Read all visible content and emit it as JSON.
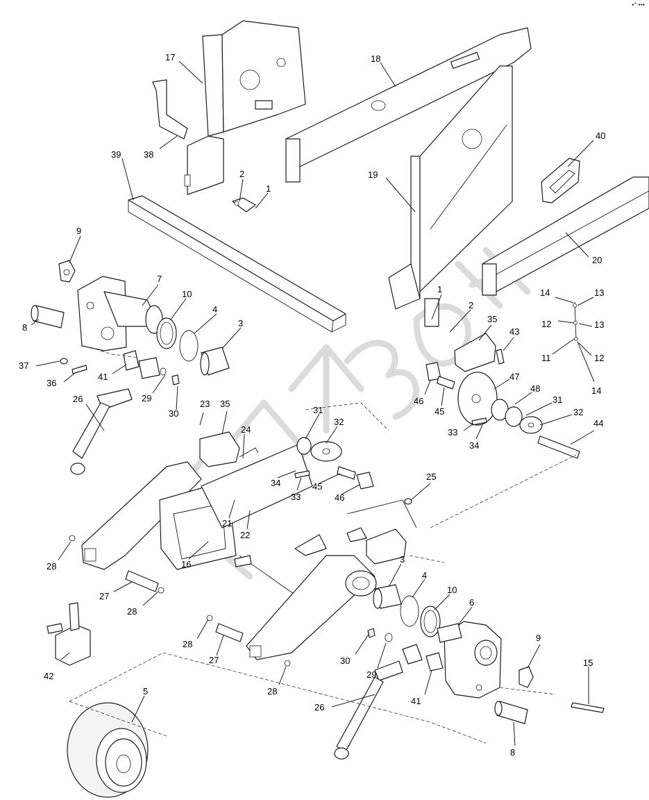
{
  "corner_mark": "•° •••",
  "watermark_text": "СЕМЗОН",
  "callouts": [
    {
      "id": "c17",
      "label": "17"
    },
    {
      "id": "c18",
      "label": "18"
    },
    {
      "id": "c38",
      "label": "38"
    },
    {
      "id": "c39",
      "label": "39"
    },
    {
      "id": "c2a",
      "label": "2"
    },
    {
      "id": "c1a",
      "label": "1"
    },
    {
      "id": "c19",
      "label": "19"
    },
    {
      "id": "c40",
      "label": "40"
    },
    {
      "id": "c20",
      "label": "20"
    },
    {
      "id": "c9a",
      "label": "9"
    },
    {
      "id": "c7",
      "label": "7"
    },
    {
      "id": "c10a",
      "label": "10"
    },
    {
      "id": "c4a",
      "label": "4"
    },
    {
      "id": "c3a",
      "label": "3"
    },
    {
      "id": "c8a",
      "label": "8"
    },
    {
      "id": "c37",
      "label": "37"
    },
    {
      "id": "c36",
      "label": "36"
    },
    {
      "id": "c41a",
      "label": "41"
    },
    {
      "id": "c29a",
      "label": "29"
    },
    {
      "id": "c30a",
      "label": "30"
    },
    {
      "id": "c26a",
      "label": "26"
    },
    {
      "id": "c1b",
      "label": "1"
    },
    {
      "id": "c2b",
      "label": "2"
    },
    {
      "id": "c35a",
      "label": "35"
    },
    {
      "id": "c43",
      "label": "43"
    },
    {
      "id": "c14a",
      "label": "14"
    },
    {
      "id": "c13a",
      "label": "13"
    },
    {
      "id": "c12a",
      "label": "12"
    },
    {
      "id": "c13b",
      "label": "13"
    },
    {
      "id": "c11",
      "label": "11"
    },
    {
      "id": "c12b",
      "label": "12"
    },
    {
      "id": "c14b",
      "label": "14"
    },
    {
      "id": "c47",
      "label": "47"
    },
    {
      "id": "c48",
      "label": "48"
    },
    {
      "id": "c46a",
      "label": "46"
    },
    {
      "id": "c45a",
      "label": "45"
    },
    {
      "id": "c31a",
      "label": "31"
    },
    {
      "id": "c32a",
      "label": "32"
    },
    {
      "id": "c33a",
      "label": "33"
    },
    {
      "id": "c34a",
      "label": "34"
    },
    {
      "id": "c44",
      "label": "44"
    },
    {
      "id": "c23",
      "label": "23"
    },
    {
      "id": "c35b",
      "label": "35"
    },
    {
      "id": "c24",
      "label": "24"
    },
    {
      "id": "c31b",
      "label": "31"
    },
    {
      "id": "c32b",
      "label": "32"
    },
    {
      "id": "c34b",
      "label": "34"
    },
    {
      "id": "c33b",
      "label": "33"
    },
    {
      "id": "c45b",
      "label": "45"
    },
    {
      "id": "c46b",
      "label": "46"
    },
    {
      "id": "c25",
      "label": "25"
    },
    {
      "id": "c21",
      "label": "21"
    },
    {
      "id": "c22",
      "label": "22"
    },
    {
      "id": "c16",
      "label": "16"
    },
    {
      "id": "c28a",
      "label": "28"
    },
    {
      "id": "c27a",
      "label": "27"
    },
    {
      "id": "c28b",
      "label": "28"
    },
    {
      "id": "c3b",
      "label": "3"
    },
    {
      "id": "c4b",
      "label": "4"
    },
    {
      "id": "c10b",
      "label": "10"
    },
    {
      "id": "c6",
      "label": "6"
    },
    {
      "id": "c28c",
      "label": "28"
    },
    {
      "id": "c27b",
      "label": "27"
    },
    {
      "id": "c28d",
      "label": "28"
    },
    {
      "id": "c30b",
      "label": "30"
    },
    {
      "id": "c29b",
      "label": "29"
    },
    {
      "id": "c9b",
      "label": "9"
    },
    {
      "id": "c15",
      "label": "15"
    },
    {
      "id": "c42",
      "label": "42"
    },
    {
      "id": "c5",
      "label": "5"
    },
    {
      "id": "c26b",
      "label": "26"
    },
    {
      "id": "c41b",
      "label": "41"
    },
    {
      "id": "c8b",
      "label": "8"
    }
  ]
}
